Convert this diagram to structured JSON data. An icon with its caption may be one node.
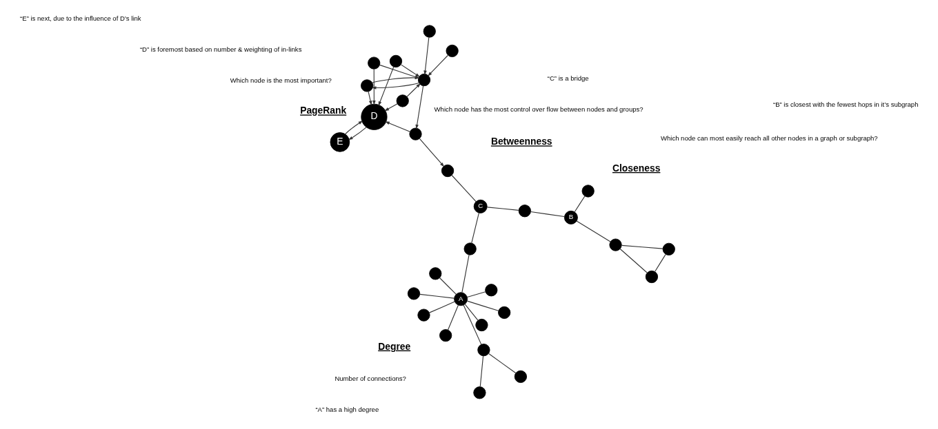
{
  "diagram": {
    "nodes": [
      {
        "text": [
          "A"
        ]
      },
      {
        "text": [],
        "shape": "circle"
      },
      {
        "text": [],
        "shape": "circle"
      },
      {
        "text": [],
        "shape": "circle"
      },
      {
        "text": [],
        "shape": "circle"
      },
      {
        "text": [],
        "shape": "circle"
      },
      {
        "text": [],
        "shape": "circle"
      },
      {
        "text": [],
        "shape": "circle"
      },
      {
        "text": [],
        "shape": "circle"
      },
      {
        "text": [],
        "shape": "circle"
      },
      {
        "text": [],
        "shape": "circle"
      },
      {
        "text": [],
        "shape": "circle"
      },
      {
        "text": [],
        "shape": "circle"
      },
      {
        "text": [],
        "shape": "circle"
      },
      {
        "text": [
          "B"
        ]
      },
      {
        "text": [],
        "shape": "circle"
      },
      {
        "text": [],
        "shape": "circle"
      },
      {
        "text": [],
        "shape": "circle"
      },
      {
        "text": [
          "C"
        ]
      },
      {
        "text": [
          "E"
        ]
      },
      {
        "text": [
          "D"
        ]
      },
      {
        "text": [],
        "shape": "circle"
      },
      {
        "text": [],
        "shape": "circle"
      },
      {
        "text": [],
        "shape": "circle"
      },
      {
        "text": [],
        "shape": "circle"
      },
      {
        "text": [],
        "shape": "circle"
      },
      {
        "text": [],
        "shape": "circle"
      },
      {
        "text": [],
        "shape": "circle"
      },
      {
        "text": [],
        "shape": "circle"
      },
      {
        "text": [],
        "shape": "circle"
      }
    ],
    "edges": [
      {
        "from": 0,
        "to": 1,
        "arrow": "none"
      },
      {
        "from": 0,
        "to": 2,
        "arrow": "none"
      },
      {
        "from": 0,
        "to": 3,
        "arrow": "none"
      },
      {
        "from": 0,
        "to": 4,
        "arrow": "none"
      },
      {
        "from": 0,
        "to": 5,
        "arrow": "none"
      },
      {
        "from": 0,
        "to": 6,
        "arrow": "none"
      },
      {
        "from": 0,
        "to": 7,
        "arrow": "none"
      },
      {
        "from": 0,
        "to": 8,
        "arrow": "none"
      },
      {
        "from": 0,
        "to": 9,
        "arrow": "none"
      },
      {
        "from": 9,
        "to": 10,
        "arrow": "none"
      },
      {
        "from": 9,
        "to": 11,
        "arrow": "none"
      },
      {
        "from": 7,
        "to": 18,
        "arrow": "none"
      },
      {
        "from": 18,
        "to": 16,
        "arrow": "none"
      },
      {
        "from": 16,
        "to": 14,
        "arrow": "none"
      },
      {
        "from": 14,
        "to": 12,
        "arrow": "none"
      },
      {
        "from": 14,
        "to": 17,
        "arrow": "none"
      },
      {
        "from": 12,
        "to": 13,
        "arrow": "none"
      },
      {
        "from": 12,
        "to": 15,
        "arrow": "none"
      },
      {
        "from": 13,
        "to": 15,
        "arrow": "none"
      },
      {
        "from": 18,
        "to": 22,
        "arrow": "none"
      },
      {
        "from": 20,
        "to": 19,
        "arrow": "to"
      },
      {
        "from": 19,
        "to": 20,
        "arrow": "to"
      },
      {
        "from": 21,
        "to": 20,
        "arrow": "to"
      },
      {
        "from": 21,
        "to": 23,
        "arrow": "to"
      },
      {
        "from": 23,
        "to": 21,
        "arrow": "to"
      },
      {
        "from": 24,
        "to": 20,
        "arrow": "to"
      },
      {
        "from": 24,
        "to": 22,
        "arrow": "to"
      },
      {
        "from": 23,
        "to": 24,
        "arrow": "to"
      },
      {
        "from": 27,
        "to": 20,
        "arrow": "to"
      },
      {
        "from": 27,
        "to": 23,
        "arrow": "to"
      },
      {
        "from": 29,
        "to": 20,
        "arrow": "to"
      },
      {
        "from": 29,
        "to": 23,
        "arrow": "to"
      },
      {
        "from": 28,
        "to": 20,
        "arrow": "to"
      },
      {
        "from": 28,
        "to": 23,
        "arrow": "to"
      },
      {
        "from": 26,
        "to": 23,
        "arrow": "to"
      },
      {
        "from": 25,
        "to": 23,
        "arrow": "to"
      }
    ],
    "labels": [
      "Degree",
      "Number of connections?",
      "“A” has a high degree",
      "Closeness",
      "Which node can most easily reach all other nodes in a graph or subgraph?",
      "“B” is closest with the fewest hops in it’s subgraph",
      "Betweenness",
      "Which node has the most control over flow between nodes and groups?",
      "“C” is a bridge",
      "PageRank",
      "Which node is the most important?",
      "“D” is foremost based on number & weighting of in-links",
      "“E” is next, due to the influence of D’s link"
    ]
  }
}
